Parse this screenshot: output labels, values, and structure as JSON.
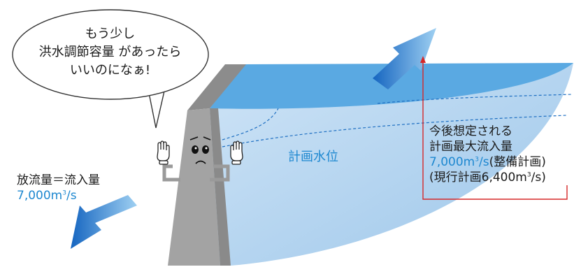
{
  "speech_bubble": {
    "line1": "もう少し",
    "line2a": "洪水調節容量",
    "line2b": "があったら",
    "line3": "いいのになぁ!"
  },
  "outflow": {
    "title": "放流量＝流入量",
    "value_num": "7,000m",
    "value_sup": "3",
    "value_unit": "/s"
  },
  "inflow": {
    "line1": "今後想定される",
    "line2": "計画最大流入量",
    "value_num": "7,000m",
    "value_sup": "3",
    "value_unit": "/s",
    "value_note": "(整備計画)",
    "current_prefix": "(現行計画6,400m",
    "current_sup": "3",
    "current_suffix": "/s)"
  },
  "reservoir": {
    "water_level_label": "計画水位"
  },
  "colors": {
    "accent_blue": "#1e88d0",
    "arrow_blue": "#1565c0",
    "water_light": "#a9cdec",
    "water_top": "#5aa9e2",
    "dam_gray": "#9e9e9e",
    "leader_red": "#d62828"
  },
  "icons": {
    "dam_character": "dam-character",
    "left_hand": "glove-hand",
    "right_hand": "glove-hand"
  }
}
